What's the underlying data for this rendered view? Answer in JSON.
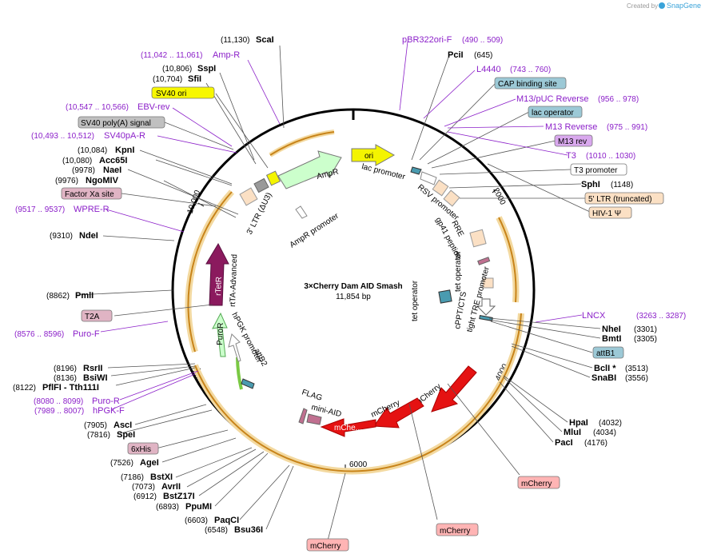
{
  "credit": {
    "text": "Created by",
    "brand": "SnapGene"
  },
  "plasmid": {
    "name": "3×Cherry Dam AID Smash",
    "length": "11,854 bp"
  },
  "ticks": [
    "2000",
    "4000",
    "6000",
    "8000",
    "10,000"
  ],
  "enzymes": [
    {
      "id": "scai",
      "name": "ScaI",
      "pos": "(11,130)"
    },
    {
      "id": "sspi",
      "name": "SspI",
      "pos": "(10,806)"
    },
    {
      "id": "sfii",
      "name": "SfiI",
      "pos": "(10,704)"
    },
    {
      "id": "kpni",
      "name": "KpnI",
      "pos": "(10,084)"
    },
    {
      "id": "acc65i",
      "name": "Acc65I",
      "pos": "(10,080)"
    },
    {
      "id": "naei",
      "name": "NaeI",
      "pos": "(9978)"
    },
    {
      "id": "ngomiv",
      "name": "NgoMIV",
      "pos": "(9976)"
    },
    {
      "id": "ndei",
      "name": "NdeI",
      "pos": "(9310)"
    },
    {
      "id": "pmli",
      "name": "PmlI",
      "pos": "(8862)"
    },
    {
      "id": "rsrii",
      "name": "RsrII",
      "pos": "(8196)"
    },
    {
      "id": "bsiwi",
      "name": "BsiWI",
      "pos": "(8136)"
    },
    {
      "id": "pflfi",
      "name": "PflFI - Tth111I",
      "pos": "(8122)"
    },
    {
      "id": "asci",
      "name": "AscI",
      "pos": "(7905)"
    },
    {
      "id": "spei",
      "name": "SpeI",
      "pos": "(7816)"
    },
    {
      "id": "agei",
      "name": "AgeI",
      "pos": "(7526)"
    },
    {
      "id": "bstxi",
      "name": "BstXI",
      "pos": "(7186)"
    },
    {
      "id": "avrii",
      "name": "AvrII",
      "pos": "(7073)"
    },
    {
      "id": "bstz17i",
      "name": "BstZ17I",
      "pos": "(6912)"
    },
    {
      "id": "ppumi",
      "name": "PpuMI",
      "pos": "(6893)"
    },
    {
      "id": "paqci",
      "name": "PaqCI",
      "pos": "(6603)"
    },
    {
      "id": "bsu36i",
      "name": "Bsu36I",
      "pos": "(6548)"
    },
    {
      "id": "pcii",
      "name": "PciI",
      "pos": "(645)"
    },
    {
      "id": "sphi",
      "name": "SphI",
      "pos": "(1148)"
    },
    {
      "id": "nhei",
      "name": "NheI",
      "pos": "(3301)"
    },
    {
      "id": "bmti",
      "name": "BmtI",
      "pos": "(3305)"
    },
    {
      "id": "bcli",
      "name": "BclI *",
      "pos": "(3513)"
    },
    {
      "id": "snabi",
      "name": "SnaBI",
      "pos": "(3556)"
    },
    {
      "id": "hpai",
      "name": "HpaI",
      "pos": "(4032)"
    },
    {
      "id": "mlui",
      "name": "MluI",
      "pos": "(4034)"
    },
    {
      "id": "paci",
      "name": "PacI",
      "pos": "(4176)"
    }
  ],
  "primers": [
    {
      "id": "ampr",
      "name": "Amp-R",
      "pos": "(11,042 .. 11,061)"
    },
    {
      "id": "ebvrev",
      "name": "EBV-rev",
      "pos": "(10,547 .. 10,566)"
    },
    {
      "id": "sv40par",
      "name": "SV40pA-R",
      "pos": "(10,493 .. 10,512)"
    },
    {
      "id": "wprer",
      "name": "WPRE-R",
      "pos": "(9517 .. 9537)"
    },
    {
      "id": "purof",
      "name": "Puro-F",
      "pos": "(8576 .. 8596)"
    },
    {
      "id": "puror",
      "name": "Puro-R",
      "pos": "(8080 .. 8099)"
    },
    {
      "id": "hpgkf",
      "name": "hPGK-F",
      "pos": "(7989 .. 8007)"
    },
    {
      "id": "pbr322",
      "name": "pBR322ori-F",
      "pos": "(490 .. 509)"
    },
    {
      "id": "l4440",
      "name": "L4440",
      "pos": "(743 .. 760)"
    },
    {
      "id": "m13puc",
      "name": "M13/pUC Reverse",
      "pos": "(956 .. 978)"
    },
    {
      "id": "m13rev",
      "name": "M13 Reverse",
      "pos": "(975 .. 991)"
    },
    {
      "id": "t3",
      "name": "T3",
      "pos": "(1010 .. 1030)"
    },
    {
      "id": "lncx",
      "name": "LNCX",
      "pos": "(3263 .. 3287)"
    }
  ],
  "feature_boxes": [
    {
      "id": "sv40ori",
      "name": "SV40 ori",
      "fill": "#f7f700"
    },
    {
      "id": "sv40polya",
      "name": "SV40 poly(A) signal",
      "fill": "#c0c0c0"
    },
    {
      "id": "factorxa",
      "name": "Factor Xa site",
      "fill": "#e0b4c4"
    },
    {
      "id": "t2a",
      "name": "T2A",
      "fill": "#e0b4c4"
    },
    {
      "id": "his6",
      "name": "6xHis",
      "fill": "#e0b4c4"
    },
    {
      "id": "capsite",
      "name": "CAP binding site",
      "fill": "#9cc9d6"
    },
    {
      "id": "lacop",
      "name": "lac operator",
      "fill": "#9cc9d6"
    },
    {
      "id": "m13revbox",
      "name": "M13 rev",
      "fill": "#d9a8ee"
    },
    {
      "id": "t3prom",
      "name": "T3 promoter",
      "fill": "#ffffff"
    },
    {
      "id": "ltr5",
      "name": "5' LTR (truncated)",
      "fill": "#fbe0c4"
    },
    {
      "id": "hiv",
      "name": "HIV-1 Ψ",
      "fill": "#fbe0c4"
    },
    {
      "id": "attb1",
      "name": "attB1",
      "fill": "#9cc9d6"
    },
    {
      "id": "mcherry1",
      "name": "mCherry",
      "fill": "#ffb4b4"
    },
    {
      "id": "mcherry2",
      "name": "mCherry",
      "fill": "#ffb4b4"
    },
    {
      "id": "mcherry3",
      "name": "mCherry",
      "fill": "#ffb4b4"
    }
  ],
  "inner_labels": {
    "ori": "ori",
    "ampr": "AmpR",
    "ampr_promoter": "AmpR promoter",
    "ltr3": "3' LTR (ΔU3)",
    "lac_promoter": "lac promoter",
    "rsv_promoter": "RSV promoter",
    "gp41": "gp41 peptide",
    "rre": "RRE",
    "tet_operator1": "tet operator",
    "tet_operator2": "tet operator",
    "cppt": "cPPT/CTS",
    "tight_tre": "tight TRE promoter",
    "mcherry_a": "mCherry",
    "mcherry_b": "mCherry",
    "mche": "mChe...",
    "mini_aid": "mini-AID",
    "flag": "FLAG",
    "attb2": "attB2",
    "hpgk": "hPGK promoter",
    "puror": "PuroR",
    "rtetr": "rTetR",
    "rtta": "rtTA-Advanced"
  },
  "colors": {
    "primer": "#8b1fc9",
    "orange_arc": "#e8a72a",
    "ori": "#f4f400",
    "ampr": "#ccffcc",
    "red": "#e51212",
    "purple": "#8b1a5e"
  }
}
